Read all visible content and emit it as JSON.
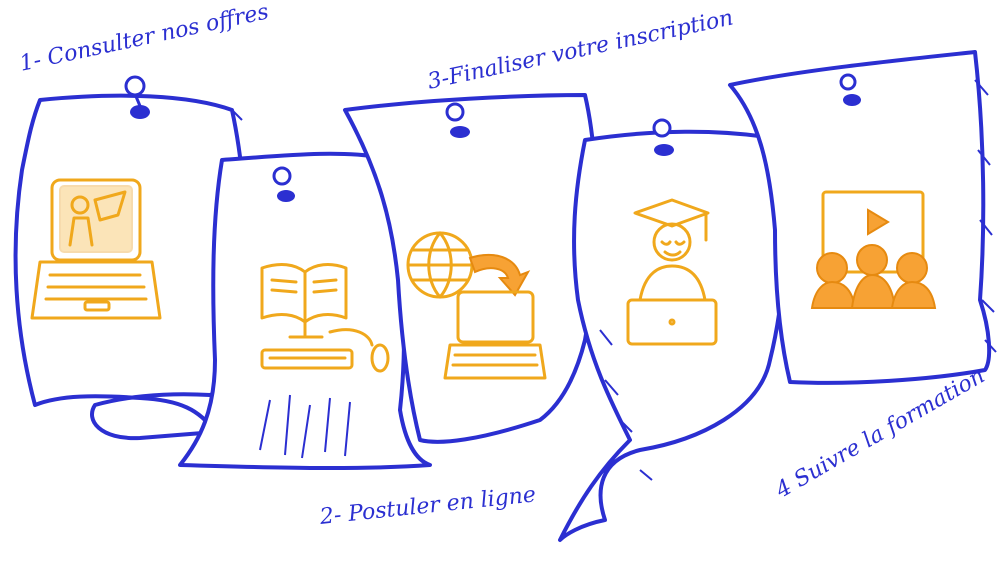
{
  "steps": [
    {
      "label": "1- Consulter nos offres",
      "icon": "laptop-student-icon"
    },
    {
      "label": "2-  Postuler en ligne",
      "icon": "book-computer-icon"
    },
    {
      "label": "3-Finaliser votre inscription",
      "icon": "globe-laptop-icon"
    },
    {
      "label": "4 Suivre la formation",
      "icon": "video-class-icon"
    }
  ],
  "extra_icons": [
    "graduate-laptop-icon"
  ],
  "colors": {
    "ink": "#2b2fd1",
    "icon": "#f0a81c",
    "background": "#ffffff"
  }
}
